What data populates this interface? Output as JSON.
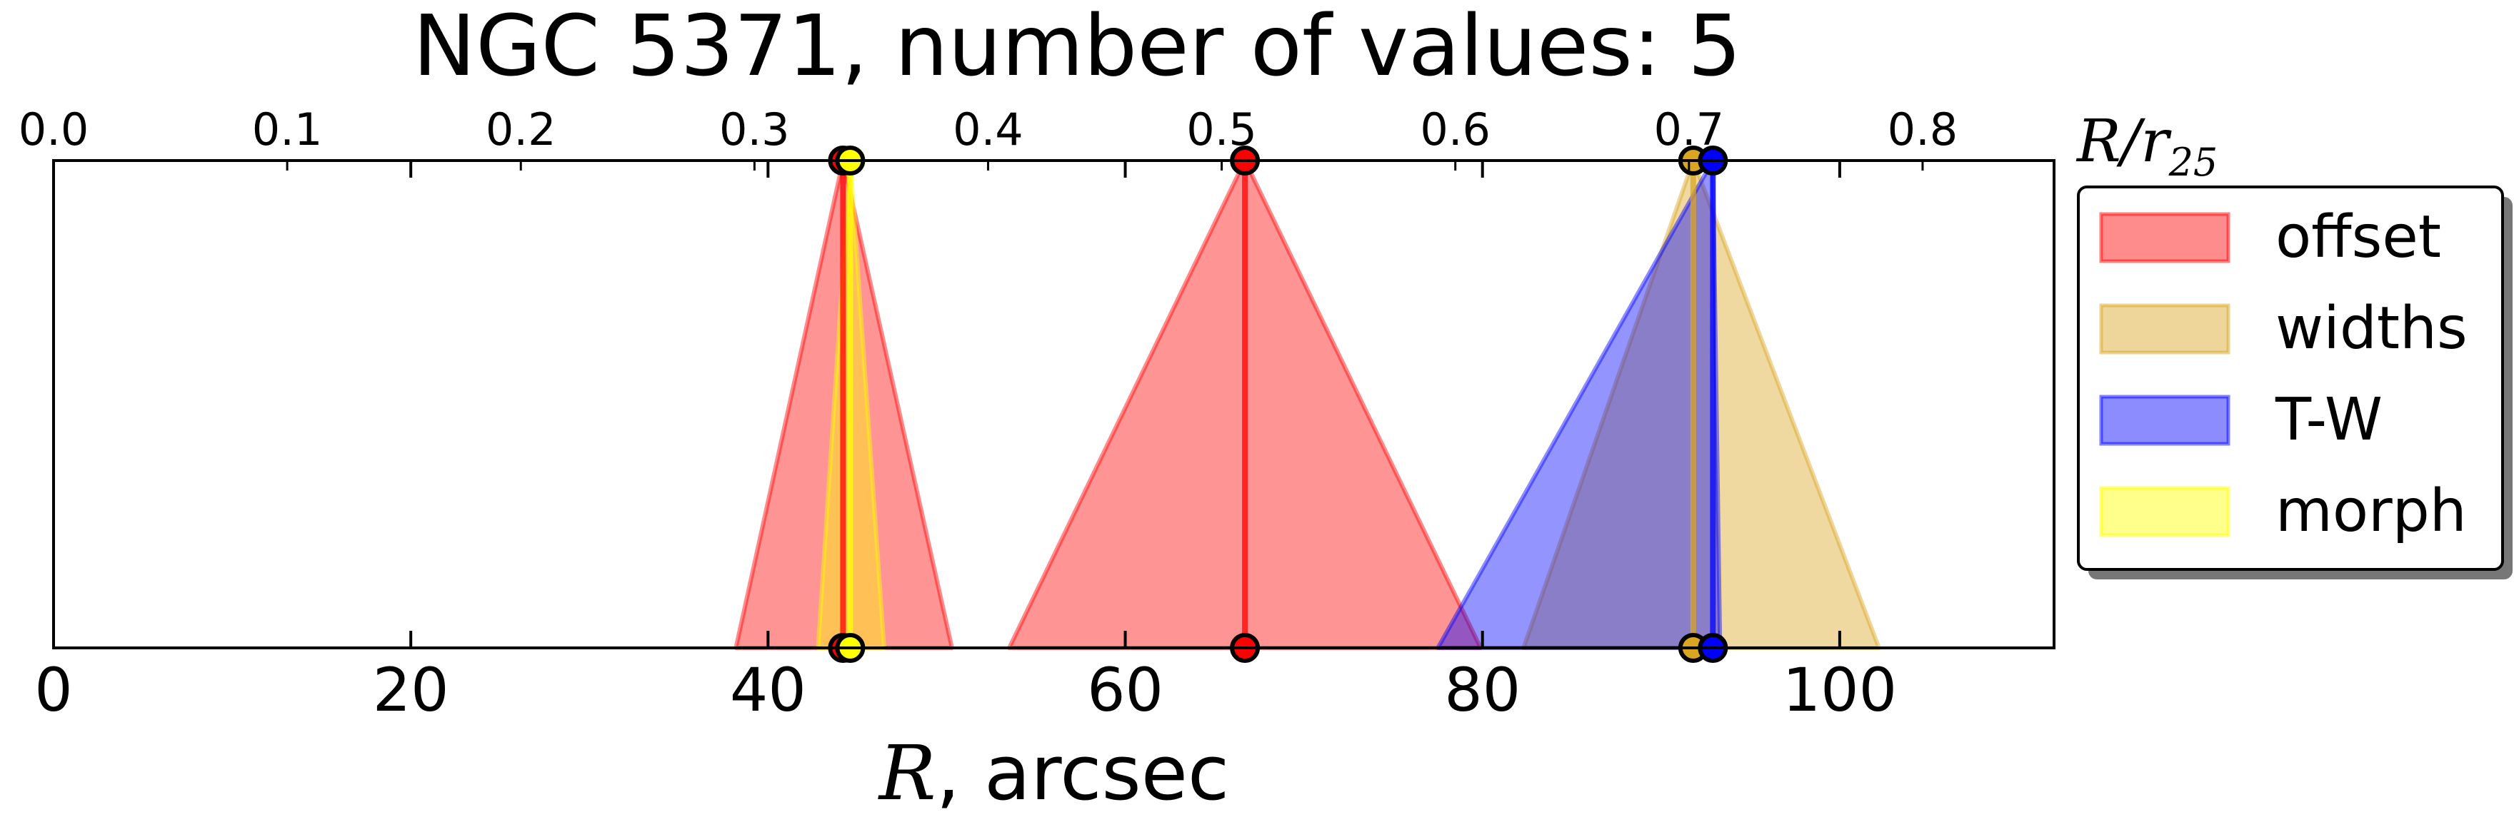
{
  "chart_data": {
    "type": "area",
    "title": "NGC 5371, number of values: 5",
    "xlabel": "R, arcsec",
    "xlabel_symbol": "R",
    "xlabel_rest": ", arcsec",
    "top_axis_label": "R/r25",
    "top_axis_symbol": "R/r",
    "top_axis_sub": "25",
    "xlim": [
      0,
      112
    ],
    "ylim": [
      0,
      1
    ],
    "x_ticks": [
      0,
      20,
      40,
      60,
      80,
      100
    ],
    "x_tick_labels": [
      "0",
      "20",
      "40",
      "60",
      "80",
      "100"
    ],
    "top_ticks": [
      0.0,
      0.1,
      0.2,
      0.3,
      0.4,
      0.5,
      0.6,
      0.7,
      0.8
    ],
    "top_tick_labels": [
      "0.0",
      "0.1",
      "0.2",
      "0.3",
      "0.4",
      "0.5",
      "0.6",
      "0.7",
      "0.8"
    ],
    "top_axis_scale_arcsec_per_unit": 130.8,
    "grid": false,
    "legend_position": "right",
    "series": [
      {
        "name": "offset",
        "color": "#ff0000",
        "values": [
          {
            "center": 44.2,
            "lower": 38.2,
            "upper": 50.3
          },
          {
            "center": 66.7,
            "lower": 53.5,
            "upper": 79.9
          }
        ]
      },
      {
        "name": "widths",
        "color": "#daa520",
        "values": [
          {
            "center": 91.8,
            "lower": 82.3,
            "upper": 102.2
          }
        ]
      },
      {
        "name": "T-W",
        "color": "#0000ff",
        "values": [
          {
            "center": 92.9,
            "lower": 77.5,
            "upper": 93.3
          }
        ]
      },
      {
        "name": "morph",
        "color": "#ffff00",
        "values": [
          {
            "center": 44.6,
            "lower": 42.8,
            "upper": 46.5
          }
        ]
      }
    ]
  }
}
